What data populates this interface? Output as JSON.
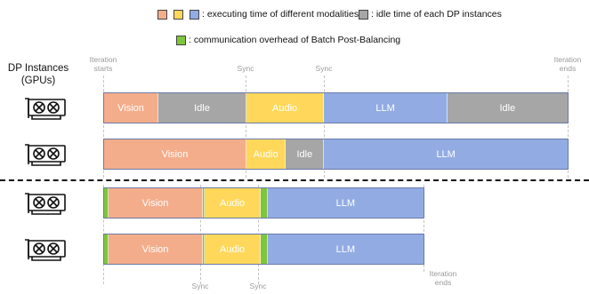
{
  "legend": {
    "modality_text": ": executing time of different modalities",
    "idle_text": ": idle time of each DP instances",
    "comm_text": ": communication overhead of Batch Post-Balancing",
    "modality_colors": [
      "#f4ad8a",
      "#ffd85b",
      "#92ace3"
    ],
    "idle_color": "#a6a6a6",
    "comm_color": "#7ec63b"
  },
  "dp_title": {
    "line1": "DP Instances",
    "line2": "(GPUs)"
  },
  "colors": {
    "Vision": "#f4ad8a",
    "Audio": "#ffd85b",
    "LLM": "#92ace3",
    "Idle": "#a6a6a6",
    "comm": "#7ec63b"
  },
  "top": {
    "markers": [
      {
        "line1": "Iteration",
        "line2": "starts"
      },
      {
        "line1": "Sync",
        "line2": ""
      },
      {
        "line1": "Sync",
        "line2": ""
      },
      {
        "line1": "Iteration",
        "line2": "ends"
      }
    ],
    "rows": [
      {
        "segments": [
          {
            "label": "Vision",
            "kind": "Vision",
            "duration": 0.185
          },
          {
            "label": "Idle",
            "kind": "Idle",
            "duration": 0.3
          },
          {
            "label": "Audio",
            "kind": "Audio",
            "duration": 0.265
          },
          {
            "label": "LLM",
            "kind": "LLM",
            "duration": 0.42
          },
          {
            "label": "Idle",
            "kind": "Idle",
            "duration": 0.41
          }
        ]
      },
      {
        "segments": [
          {
            "label": "Vision",
            "kind": "Vision",
            "duration": 0.485
          },
          {
            "label": "Audio",
            "kind": "Audio",
            "duration": 0.135
          },
          {
            "label": "Idle",
            "kind": "Idle",
            "duration": 0.13
          },
          {
            "label": "LLM",
            "kind": "LLM",
            "duration": 0.83
          }
        ]
      }
    ]
  },
  "bottom": {
    "markers": [
      {
        "line1": "Sync",
        "line2": ""
      },
      {
        "line1": "Sync",
        "line2": ""
      },
      {
        "line1": "Iteration",
        "line2": "ends"
      }
    ],
    "rows": [
      {
        "segments": [
          {
            "label": "",
            "kind": "comm",
            "duration": 0.016
          },
          {
            "label": "Vision",
            "kind": "Vision",
            "duration": 0.314
          },
          {
            "label": "",
            "kind": "comm",
            "duration": 0.006
          },
          {
            "label": "Audio",
            "kind": "Audio",
            "duration": 0.19
          },
          {
            "label": "",
            "kind": "comm",
            "duration": 0.022
          },
          {
            "label": "LLM",
            "kind": "LLM",
            "duration": 0.522
          }
        ]
      },
      {
        "segments": [
          {
            "label": "",
            "kind": "comm",
            "duration": 0.016
          },
          {
            "label": "Vision",
            "kind": "Vision",
            "duration": 0.314
          },
          {
            "label": "",
            "kind": "comm",
            "duration": 0.006
          },
          {
            "label": "Audio",
            "kind": "Audio",
            "duration": 0.19
          },
          {
            "label": "",
            "kind": "comm",
            "duration": 0.022
          },
          {
            "label": "LLM",
            "kind": "LLM",
            "duration": 0.522
          }
        ]
      }
    ]
  }
}
